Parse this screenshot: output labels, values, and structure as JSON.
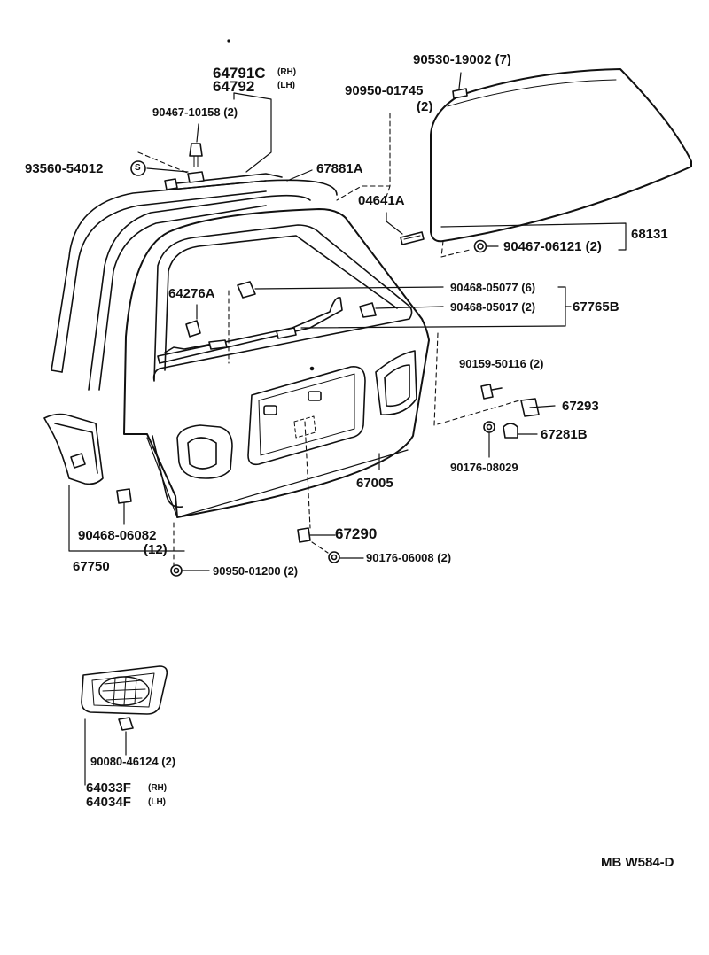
{
  "diagram": {
    "code": "MB W584-D",
    "callouts": {
      "p_64791C": "64791C",
      "p_64791C_side": "(RH)",
      "p_64792": "64792",
      "p_64792_side": "(LH)",
      "p_90467_10158": "90467-10158 (2)",
      "p_93560_54012": "93560-54012",
      "p_s_symbol": "S",
      "p_90530_19002": "90530-19002 (7)",
      "p_90950_01745": "90950-01745",
      "p_90950_01745_qty": "(2)",
      "p_67881A": "67881A",
      "p_04641A": "04641A",
      "p_90467_06121": "90467-06121 (2)",
      "p_68131": "68131",
      "p_64276A": "64276A",
      "p_90468_05077": "90468-05077 (6)",
      "p_90468_05017": "90468-05017 (2)",
      "p_67765B": "67765B",
      "p_90159_50116": "90159-50116 (2)",
      "p_67293": "67293",
      "p_67281B": "67281B",
      "p_90176_08029": "90176-08029",
      "p_67005": "67005",
      "p_67290": "67290",
      "p_90176_06008": "90176-06008 (2)",
      "p_90468_06082": "90468-06082",
      "p_90468_06082_qty": "(12)",
      "p_67750": "67750",
      "p_90950_01200": "90950-01200 (2)",
      "p_90080_46124": "90080-46124 (2)",
      "p_64033F": "64033F",
      "p_64033F_side": "(RH)",
      "p_64034F": "64034F",
      "p_64034F_side": "(LH)"
    }
  }
}
